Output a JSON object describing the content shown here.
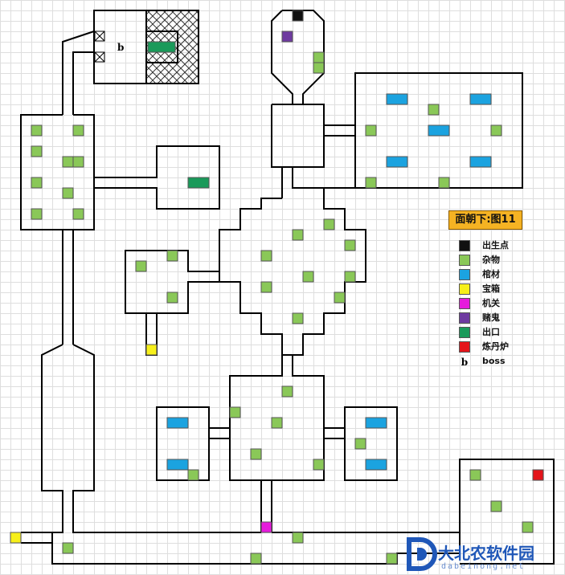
{
  "map": {
    "title": "面朝下:图11",
    "colors": {
      "spawn": "#111111",
      "misc": "#8ac858",
      "coffin": "#1ba3e0",
      "chest": "#f7f01a",
      "switch": "#e61bdc",
      "ghost": "#6e3aa0",
      "exit": "#1a9a5a",
      "furnace": "#e4141a",
      "wall": "#000000",
      "grid": "#dedede"
    },
    "legend": [
      {
        "key": "spawn",
        "label": "出生点"
      },
      {
        "key": "misc",
        "label": "杂物"
      },
      {
        "key": "coffin",
        "label": "棺材"
      },
      {
        "key": "chest",
        "label": "宝箱"
      },
      {
        "key": "switch",
        "label": "机关"
      },
      {
        "key": "ghost",
        "label": "赌鬼"
      },
      {
        "key": "exit",
        "label": "出口"
      },
      {
        "key": "furnace",
        "label": "炼丹炉"
      },
      {
        "key": "boss",
        "label": "boss",
        "symbol": "b"
      }
    ],
    "boss_marker": "b"
  },
  "watermark": {
    "text": "大北农软件园",
    "sub": "dabeinong.net"
  }
}
